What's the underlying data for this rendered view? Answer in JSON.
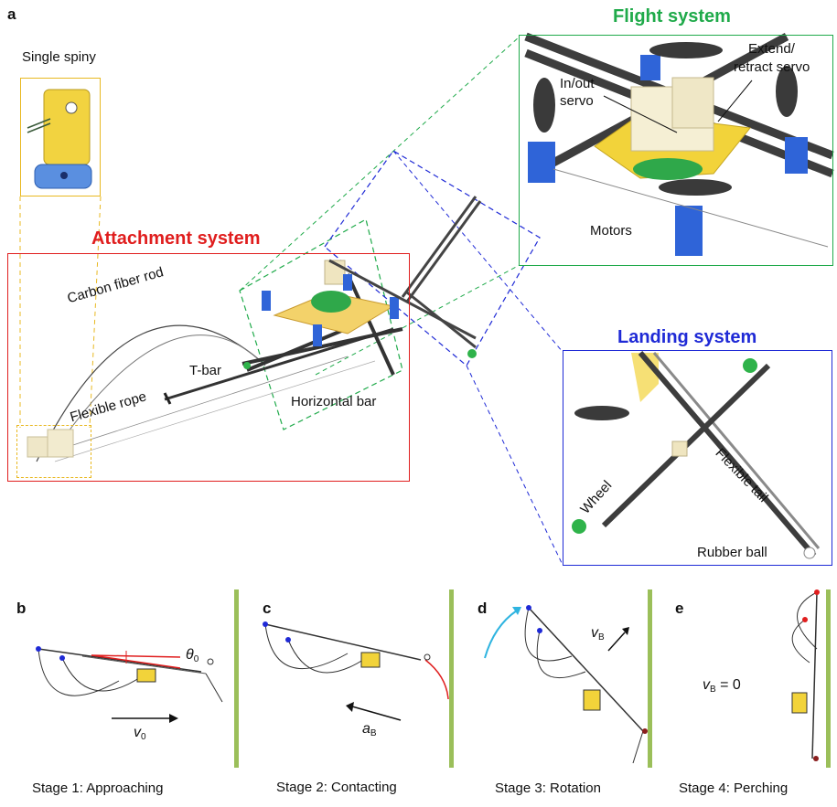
{
  "panels": {
    "a": "a",
    "b": "b",
    "c": "c",
    "d": "d",
    "e": "e"
  },
  "systems": {
    "flight": {
      "title": "Flight system",
      "color": "#1faa4a"
    },
    "attachment": {
      "title": "Attachment system",
      "color": "#e01e1e"
    },
    "landing": {
      "title": "Landing system",
      "color": "#1f2ad6"
    },
    "spiny_color": "#e8b820"
  },
  "labels": {
    "single_spiny": "Single spiny",
    "carbon_rod": "Carbon fiber rod",
    "flexible_rope": "Flexible rope",
    "t_bar": "T-bar",
    "horizontal_bar": "Horizontal bar",
    "in_out_servo_1": "In/out",
    "in_out_servo_2": "servo",
    "extend_servo_1": "Extend/",
    "extend_servo_2": "retract servo",
    "motors": "Motors",
    "wheel": "Wheel",
    "flexible_tail": "Flexible tail",
    "rubber_ball": "Rubber ball"
  },
  "stages": {
    "b": {
      "caption": "Stage 1: Approaching",
      "var": "v",
      "sub": "0"
    },
    "c": {
      "caption": "Stage 2: Contacting",
      "var": "a",
      "sub": "B"
    },
    "d": {
      "caption": "Stage 3: Rotation",
      "var": "v",
      "sub": "B"
    },
    "e": {
      "caption": "Stage 4: Perching",
      "var": "v",
      "sub": "B",
      "eq": " = 0"
    },
    "theta_var": "θ",
    "theta_sub": "0"
  }
}
